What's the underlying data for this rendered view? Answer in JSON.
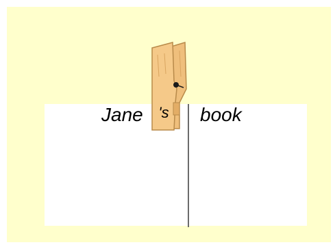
{
  "sentence": {
    "left_word": "Jane",
    "clip_text": "'s",
    "right_word": "book"
  },
  "colors": {
    "background": "#ffffcc",
    "card": "#ffffff",
    "clothespin": "#f5c989",
    "clothespin_outline": "#b88a4a",
    "fold_line": "#6a6a6a"
  }
}
